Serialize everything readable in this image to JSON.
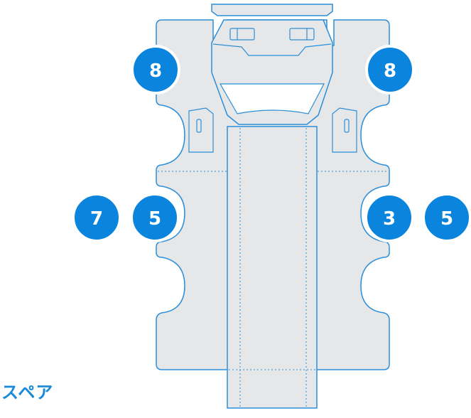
{
  "colors": {
    "accent": "#1a8ad8",
    "panel_fill": "#e6e7e9",
    "outline": "#2b8fd8",
    "badge_fill": "#0a84dc"
  },
  "badges": [
    {
      "label": "8"
    },
    {
      "label": "8"
    },
    {
      "label": "7"
    },
    {
      "label": "5"
    },
    {
      "label": "3"
    },
    {
      "label": "5"
    }
  ],
  "spare_label": "スペア"
}
